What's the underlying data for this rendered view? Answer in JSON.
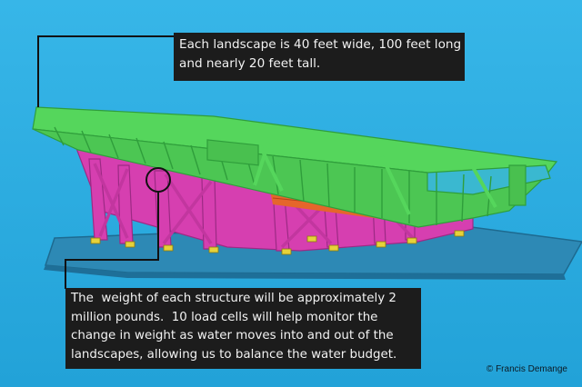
{
  "callouts": {
    "top": {
      "lines": [
        "Each landscape is 40 feet wide, 100 feet long",
        "and nearly 20 feet tall."
      ]
    },
    "bottom": {
      "lines": [
        "The  weight of each structure will be approximately 2",
        "million pounds.  10 load cells will help monitor the",
        "change in weight as water moves into and out of the",
        "landscapes, allowing us to balance the water budget."
      ]
    }
  },
  "credit": "© Francis Demange",
  "colors": {
    "background": "#2aa8de",
    "frame": "#55d65c",
    "frame_dark": "#2f9e3b",
    "support": "#d63fb0",
    "support_dark": "#9c2a84",
    "slab": "#2d89b5",
    "soil": "#e5662b",
    "callout_bg": "#1c1c1c",
    "callout_text": "#f2f2f2"
  }
}
